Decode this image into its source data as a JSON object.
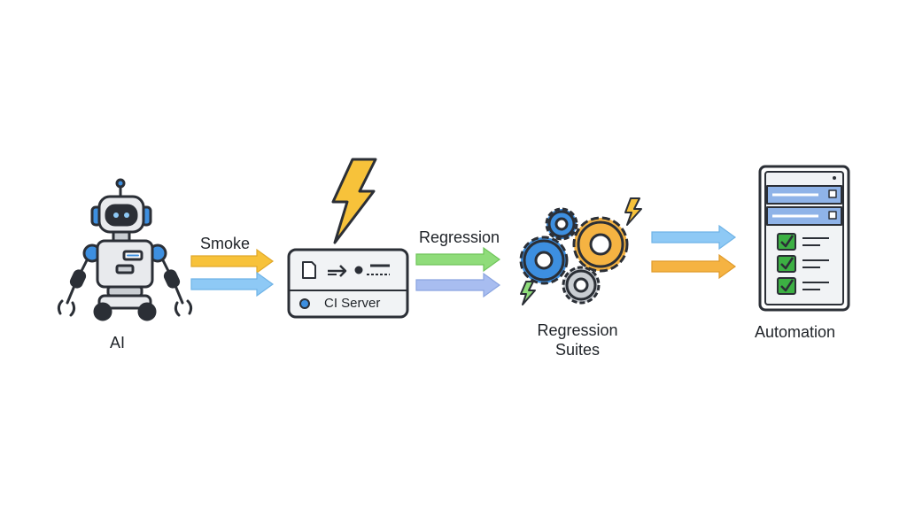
{
  "nodes": {
    "ai": {
      "label": "AI"
    },
    "ci_server": {
      "label": "CI Server"
    },
    "regression_suites": {
      "label_line1": "Regression",
      "label_line2": "Suites"
    },
    "automation": {
      "label": "Automation"
    }
  },
  "edges": {
    "smoke": {
      "label": "Smoke"
    },
    "regression": {
      "label": "Regression"
    }
  },
  "colors": {
    "outline": "#2b2f36",
    "blue": "#3d8fe0",
    "light_blue": "#8ec9f5",
    "yellow": "#f7c23a",
    "orange": "#f5b342",
    "green": "#8fdc7a",
    "lavender": "#a8bdf0",
    "gray": "#9aa0a6",
    "check_green": "#3cb043",
    "panel_blue": "#8fb3e8"
  }
}
